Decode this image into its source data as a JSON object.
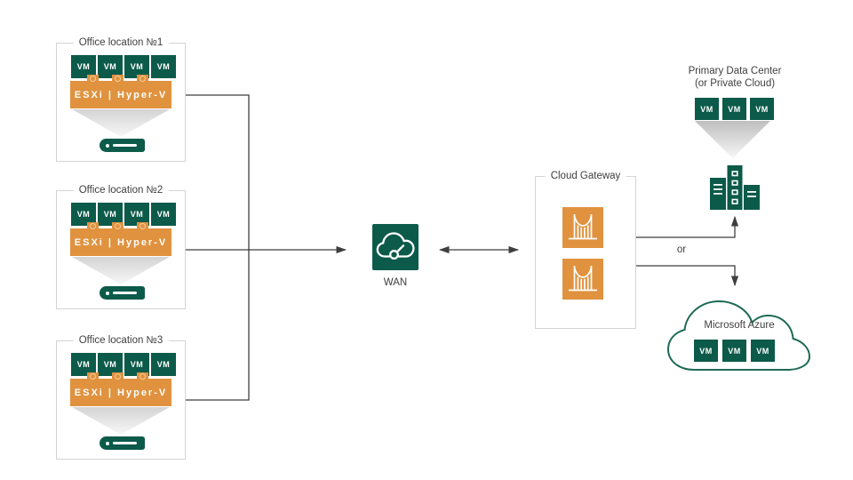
{
  "diagram": {
    "offices": [
      {
        "title": "Office location №1"
      },
      {
        "title": "Office location №2"
      },
      {
        "title": "Office location №3"
      }
    ],
    "office_common": {
      "vm_label": "VM",
      "vm_count": 4,
      "hypervisor_label": "ESXi | Hyper-V"
    },
    "wan": {
      "label": "WAN"
    },
    "cloud_gateway": {
      "title": "Cloud Gateway",
      "gateway_count": 2
    },
    "primary_dc": {
      "title_line1": "Primary Data Center",
      "title_line2": "(or Private Cloud)",
      "vm_label": "VM",
      "vm_count": 3
    },
    "azure": {
      "label": "Microsoft Azure",
      "vm_label": "VM",
      "vm_count": 3
    },
    "or_label": "or",
    "icons": {
      "wan": "cloud-speedometer-icon",
      "gateway": "bridge-icon",
      "office_host": "backup-appliance-icon",
      "primary_dc": "datacenter-buildings-icon",
      "azure": "cloud-outline-shape"
    },
    "colors": {
      "green": "#0c5a4a",
      "orange": "#e0923f",
      "line": "#3f3f3f",
      "box_border": "#d4d4d4",
      "text": "#404040",
      "funnel_gray": "#c9c9c9"
    }
  }
}
